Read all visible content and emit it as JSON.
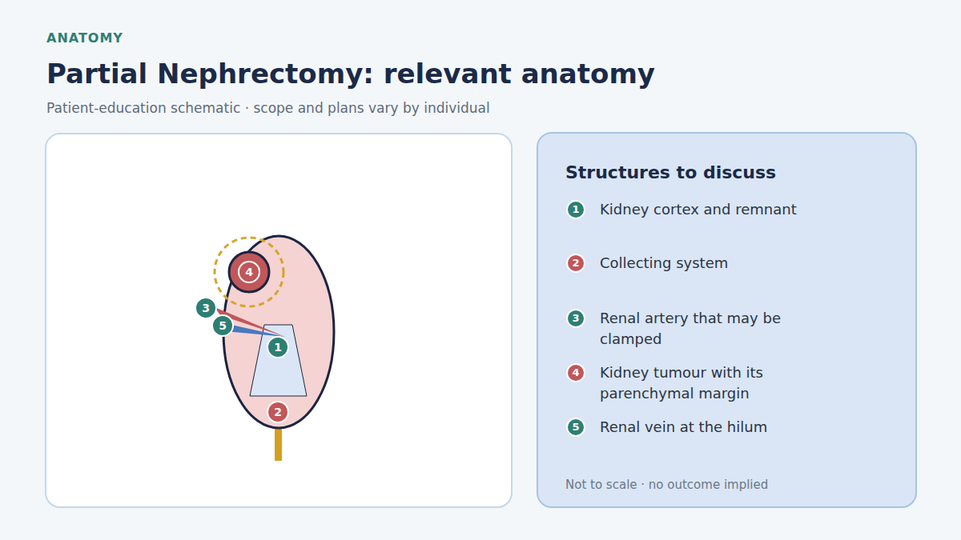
{
  "diagram": {
    "title": "Partial Nephrectomy: relevant anatomy",
    "nodes": [
      {
        "text": [
          "Structures to discuss"
        ]
      },
      {
        "text": [
          "1",
          "Kidney cortex and remnant"
        ],
        "in": 0
      },
      {
        "text": [
          "2",
          "Collecting system"
        ],
        "in": 0
      },
      {
        "text": [
          "3",
          "Renal artery that may be clamped"
        ],
        "in": 0
      },
      {
        "text": [
          "4",
          "Kidney tumour with its parenchymal margin"
        ],
        "in": 0
      },
      {
        "text": [
          "5",
          "Renal vein at the hilum"
        ],
        "in": 0
      }
    ],
    "edges": [],
    "labels": [
      "ANATOMY",
      "Patient-education schematic · scope and plans vary by individual",
      "4",
      "3",
      "5",
      "1",
      "2",
      "Not to scale · no outcome implied"
    ]
  }
}
